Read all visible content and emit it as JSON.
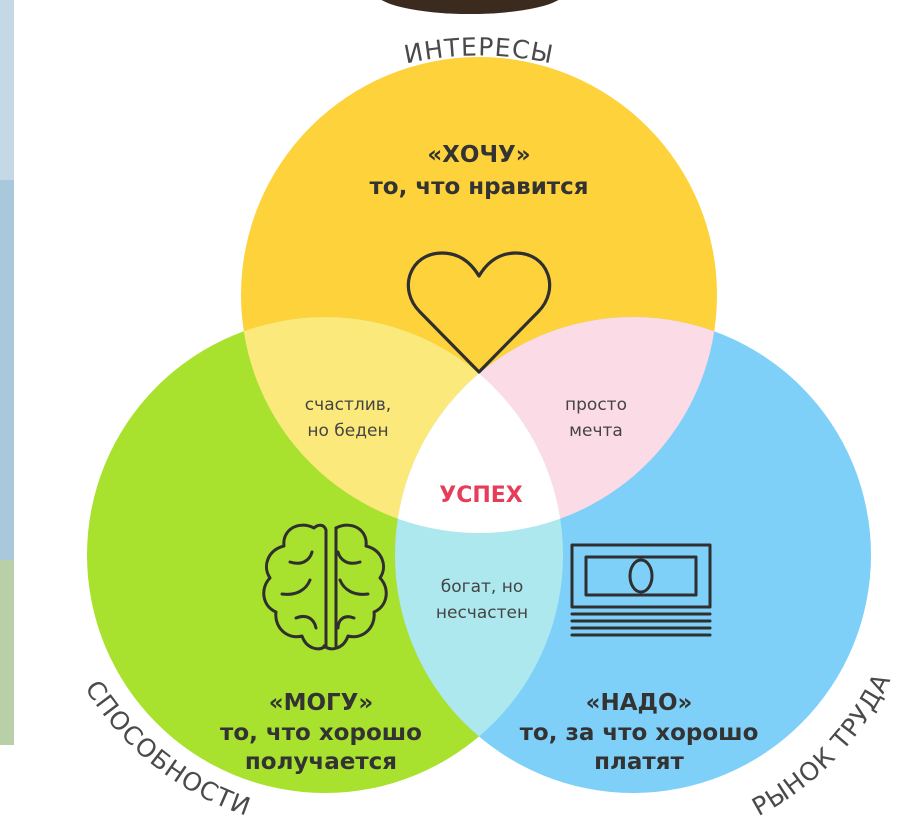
{
  "colors": {
    "interests": "#fed23a",
    "abilities": "#a8e22e",
    "market": "#7fd0f8",
    "happy_poor": "#fbe97b",
    "dream": "#fbdbe6",
    "rich_unhappy": "#ade8ee",
    "success_fill": "#ffffff",
    "success_text": "#e83d5a",
    "icon_stroke": "#2f2f2f"
  },
  "circles": {
    "interests": {
      "arc_label": "ИНТЕРЕСЫ",
      "heading": "«ХОЧУ»",
      "sub": "то, что нравится",
      "icon": "heart-icon"
    },
    "abilities": {
      "arc_label": "СПОСОБНОСТИ",
      "heading": "«МОГУ»",
      "sub1": "то, что хорошо",
      "sub2": "получается",
      "icon": "brain-icon"
    },
    "market": {
      "arc_label": "РЫНОК ТРУДА",
      "heading": "«НАДО»",
      "sub1": "то, за что хорошо",
      "sub2": "платят",
      "icon": "money-icon"
    }
  },
  "overlaps": {
    "happy_poor": {
      "line1": "счастлив,",
      "line2": "но беден"
    },
    "dream": {
      "line1": "просто",
      "line2": "мечта"
    },
    "rich_unhappy": {
      "line1": "богат, но",
      "line2": "несчастен"
    },
    "success": "УСПЕХ"
  }
}
